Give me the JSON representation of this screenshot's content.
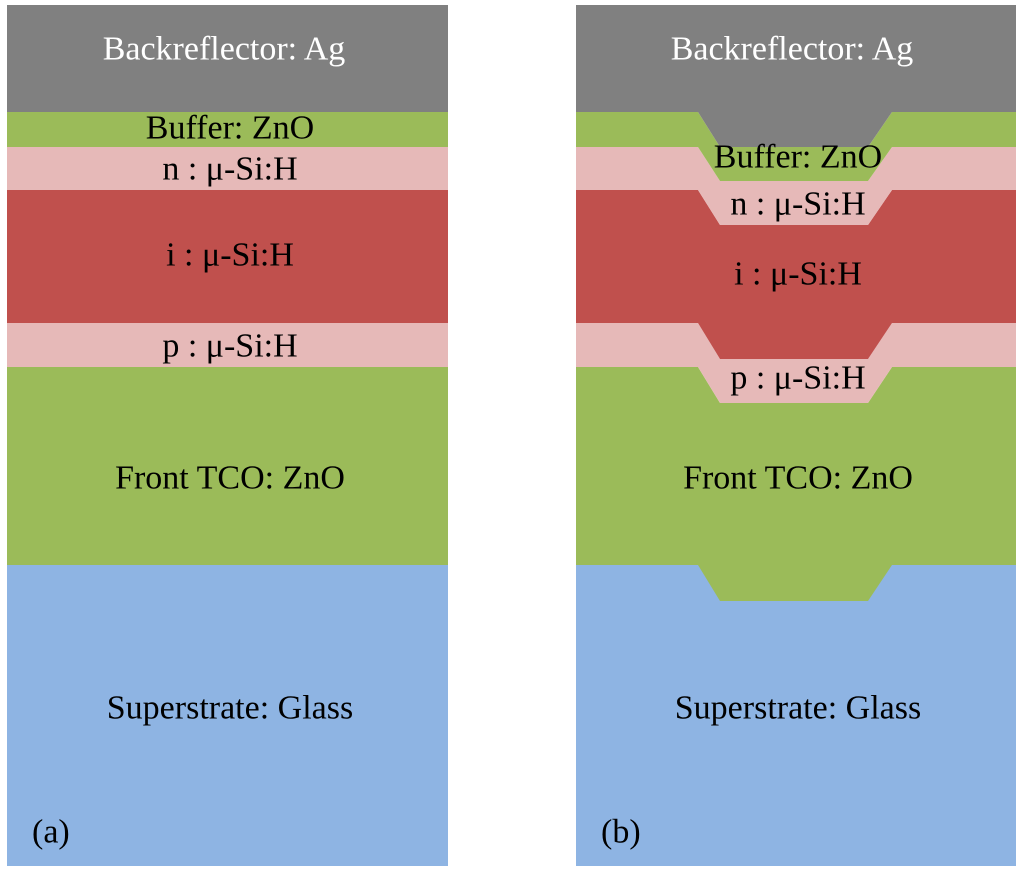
{
  "colors": {
    "backreflector": "#808080",
    "zno": "#9bbb59",
    "doped": "#e6b9b8",
    "intrinsic": "#c0504d",
    "glass": "#8eb4e3"
  },
  "panel_a": {
    "tag": "(a)",
    "layers": {
      "backreflector": "Backreflector: Ag",
      "buffer": "Buffer: ZnO",
      "n_layer": "n : μ-Si:H",
      "i_layer": "i : μ-Si:H",
      "p_layer": "p : μ-Si:H",
      "front_tco": "Front TCO: ZnO",
      "superstrate": "Superstrate: Glass"
    }
  },
  "panel_b": {
    "tag": "(b)",
    "layers": {
      "backreflector": "Backreflector: Ag",
      "buffer": "Buffer: ZnO",
      "n_layer": "n : μ-Si:H",
      "i_layer": "i : μ-Si:H",
      "p_layer": "p : μ-Si:H",
      "front_tco": "Front TCO: ZnO",
      "superstrate": "Superstrate: Glass"
    }
  }
}
